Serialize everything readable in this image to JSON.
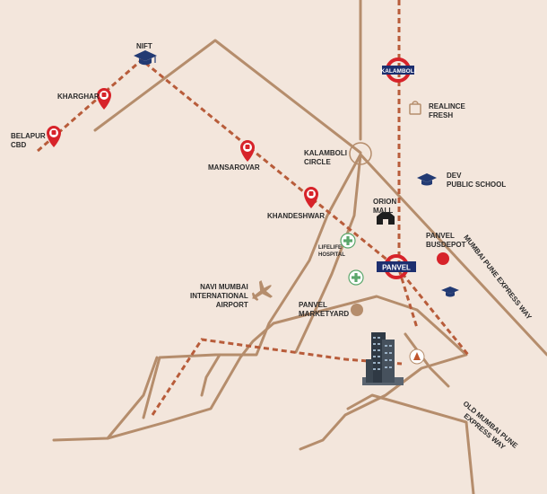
{
  "map": {
    "colors": {
      "background": "#f3e6dc",
      "road": "#b58d6c",
      "metro_line": "#b85c3a",
      "pin": "#d7232a",
      "education": "#223a73",
      "hospital": "#5aa76b",
      "accent": "#b58d6c",
      "text": "#2b2b2b"
    },
    "places": {
      "nift": "NIFT",
      "kharghar": "KHARGHAR",
      "belapur": "BELAPUR\nCBD",
      "mansarovar": "MANSAROVAR",
      "khandeshwar": "KHANDESHWAR",
      "kalamboli_circle": "KALAMBOLI\nCIRCLE",
      "reliance": "REALINCE\nFRESH",
      "dev_school": "DEV\nPUBLIC SCHOOL",
      "orion_mall": "ORION\nMALL",
      "panvel_busdepot": "PANVEL\nBUSDEPOT",
      "lifeline_hospital": "LIFELIFE\nHOSPITAL",
      "airport": "NAVI MUMBAI\nINTERNATIONAL\nAIRPORT",
      "marketyard": "PANVEL\nMARKETYARD"
    },
    "stations": {
      "kalamboli": "KALAMBOLI",
      "panvel": "PANVEL"
    },
    "roads": {
      "mumbai_pune_expressway": "MUMBAI PUNE EXPRESS WAY",
      "old_mumbai_pune_expressway": "OLD MUMBAI PUNE\nEXPRESS WAY"
    },
    "icons": [
      "train-pin-icon",
      "graduation-cap-icon",
      "hospital-cross-icon",
      "airplane-icon",
      "shopping-bag-icon",
      "mall-icon",
      "bus-depot-icon",
      "temple-icon",
      "project-building-icon",
      "metro-station-roundel-icon"
    ]
  }
}
